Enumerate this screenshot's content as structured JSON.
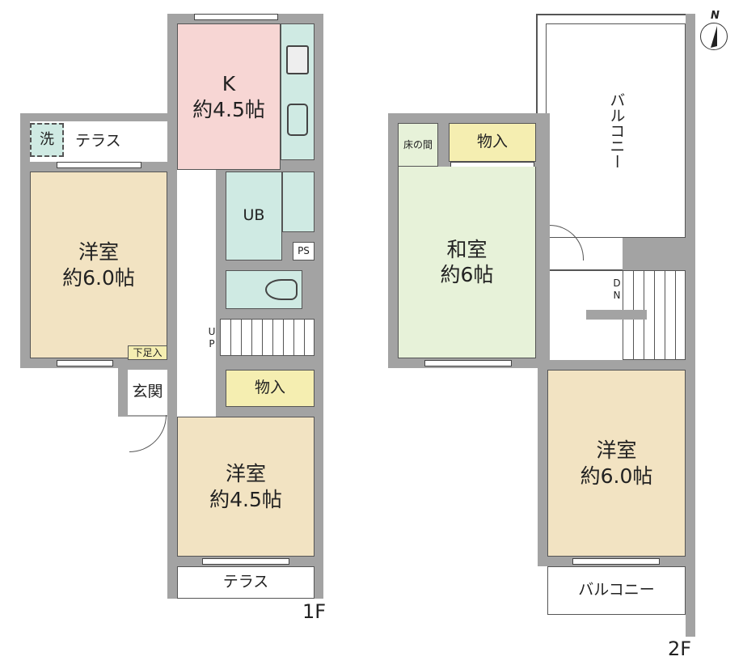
{
  "floor1": {
    "label": "1F",
    "kitchen": {
      "name": "K",
      "size": "約4.5帖"
    },
    "terrace_top": {
      "name": "テラス",
      "washer": "洗"
    },
    "western_room_a": {
      "name": "洋室",
      "size": "約6.0帖"
    },
    "bath": {
      "name": "UB"
    },
    "ps": "PS",
    "stairs": {
      "dir1": "U",
      "dir2": "P"
    },
    "shoe_storage": "下足入",
    "entrance": "玄関",
    "closet": "物入",
    "western_room_b": {
      "name": "洋室",
      "size": "約4.5帖"
    },
    "terrace_bottom": "テラス"
  },
  "floor2": {
    "label": "2F",
    "balcony_top": "バルコニー",
    "alcove": "床の間",
    "closet": "物入",
    "japanese_room": {
      "name": "和室",
      "size": "約6帖"
    },
    "stairs": {
      "dir1": "D",
      "dir2": "N"
    },
    "western_room": {
      "name": "洋室",
      "size": "約6.0帖"
    },
    "balcony_bottom": "バルコニー"
  },
  "compass": {
    "north": "N"
  }
}
